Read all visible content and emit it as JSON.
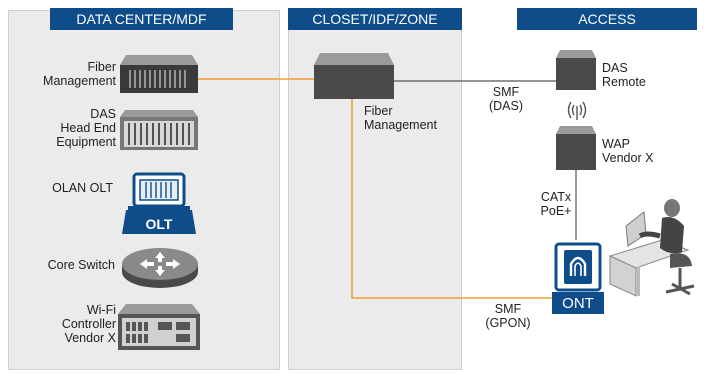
{
  "zones": {
    "datacenter": "DATA CENTER/MDF",
    "closet": "CLOSET/IDF/ZONE",
    "access": "ACCESS"
  },
  "devices": {
    "fiber_mgmt_dc": [
      "Fiber",
      "Management"
    ],
    "das_head_end": [
      "DAS",
      "Head End",
      "Equipment"
    ],
    "olan_olt": "OLAN OLT",
    "olt_badge": "OLT",
    "core_switch": "Core Switch",
    "wifi_controller": [
      "Wi-Fi",
      "Controller",
      "Vendor X"
    ],
    "fiber_mgmt_closet": [
      "Fiber",
      "Management"
    ],
    "das_remote": [
      "DAS",
      "Remote"
    ],
    "wap": [
      "WAP",
      "Vendor X"
    ],
    "ont_badge": "ONT"
  },
  "links": {
    "smf_das": [
      "SMF",
      "(DAS)"
    ],
    "catx_poe": [
      "CATx",
      "PoE+"
    ],
    "smf_gpon": [
      "SMF",
      "(GPON)"
    ]
  },
  "colors": {
    "header": "#0f4c8a",
    "fiber": "#f0a030",
    "copper": "#555555",
    "zone_bg": "#ebebeb"
  }
}
